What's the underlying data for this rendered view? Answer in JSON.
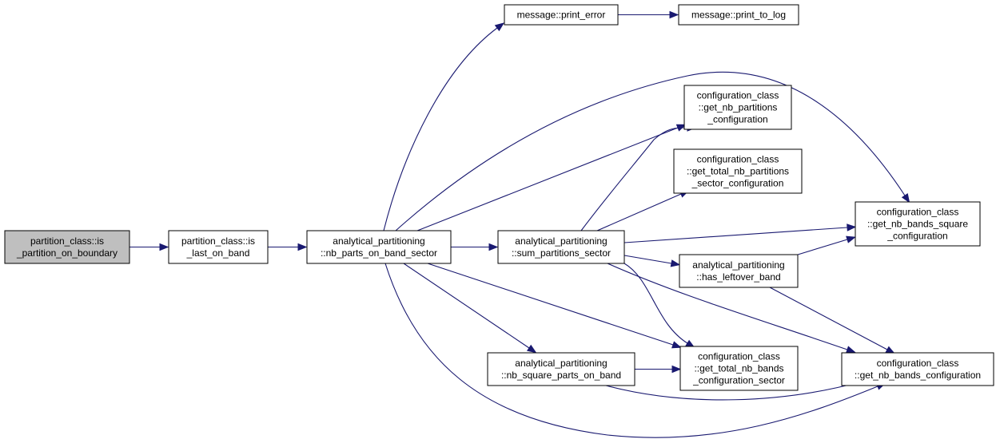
{
  "colors": {
    "edge": "#191970",
    "node_border": "#000000",
    "node_fill": "#ffffff",
    "root_fill": "#bfbfbf"
  },
  "nodes": [
    {
      "id": "is_partition_on_boundary",
      "lines": [
        "partition_class::is",
        "_partition_on_boundary"
      ],
      "root": true
    },
    {
      "id": "is_last_on_band",
      "lines": [
        "partition_class::is",
        "_last_on_band"
      ]
    },
    {
      "id": "nb_parts_on_band_sector",
      "lines": [
        "analytical_partitioning",
        "::nb_parts_on_band_sector"
      ]
    },
    {
      "id": "print_error",
      "lines": [
        "message::print_error"
      ]
    },
    {
      "id": "print_to_log",
      "lines": [
        "message::print_to_log"
      ]
    },
    {
      "id": "sum_partitions_sector",
      "lines": [
        "analytical_partitioning",
        "::sum_partitions_sector"
      ]
    },
    {
      "id": "nb_square_parts_on_band",
      "lines": [
        "analytical_partitioning",
        "::nb_square_parts_on_band"
      ]
    },
    {
      "id": "get_nb_partitions_configuration",
      "lines": [
        "configuration_class",
        "::get_nb_partitions",
        "_configuration"
      ]
    },
    {
      "id": "get_total_nb_partitions_sector_configuration",
      "lines": [
        "configuration_class",
        "::get_total_nb_partitions",
        "_sector_configuration"
      ]
    },
    {
      "id": "has_leftover_band",
      "lines": [
        "analytical_partitioning",
        "::has_leftover_band"
      ]
    },
    {
      "id": "get_total_nb_bands_configuration_sector",
      "lines": [
        "configuration_class",
        "::get_total_nb_bands",
        "_configuration_sector"
      ]
    },
    {
      "id": "get_nb_bands_square_configuration",
      "lines": [
        "configuration_class",
        "::get_nb_bands_square",
        "_configuration"
      ]
    },
    {
      "id": "get_nb_bands_configuration",
      "lines": [
        "configuration_class",
        "::get_nb_bands_configuration"
      ]
    }
  ],
  "edges": [
    [
      "is_partition_on_boundary",
      "is_last_on_band"
    ],
    [
      "is_last_on_band",
      "nb_parts_on_band_sector"
    ],
    [
      "nb_parts_on_band_sector",
      "print_error"
    ],
    [
      "print_error",
      "print_to_log"
    ],
    [
      "nb_parts_on_band_sector",
      "get_nb_bands_square_configuration"
    ],
    [
      "nb_parts_on_band_sector",
      "get_nb_partitions_configuration"
    ],
    [
      "nb_parts_on_band_sector",
      "sum_partitions_sector"
    ],
    [
      "nb_parts_on_band_sector",
      "nb_square_parts_on_band"
    ],
    [
      "nb_parts_on_band_sector",
      "get_total_nb_bands_configuration_sector"
    ],
    [
      "nb_parts_on_band_sector",
      "get_nb_bands_configuration"
    ],
    [
      "sum_partitions_sector",
      "get_nb_partitions_configuration"
    ],
    [
      "sum_partitions_sector",
      "get_total_nb_partitions_sector_configuration"
    ],
    [
      "sum_partitions_sector",
      "get_nb_bands_square_configuration"
    ],
    [
      "sum_partitions_sector",
      "has_leftover_band"
    ],
    [
      "sum_partitions_sector",
      "get_total_nb_bands_configuration_sector"
    ],
    [
      "sum_partitions_sector",
      "get_nb_bands_configuration"
    ],
    [
      "has_leftover_band",
      "get_nb_bands_square_configuration"
    ],
    [
      "has_leftover_band",
      "get_nb_bands_configuration"
    ],
    [
      "nb_square_parts_on_band",
      "get_total_nb_bands_configuration_sector"
    ],
    [
      "nb_square_parts_on_band",
      "get_nb_bands_configuration"
    ]
  ]
}
